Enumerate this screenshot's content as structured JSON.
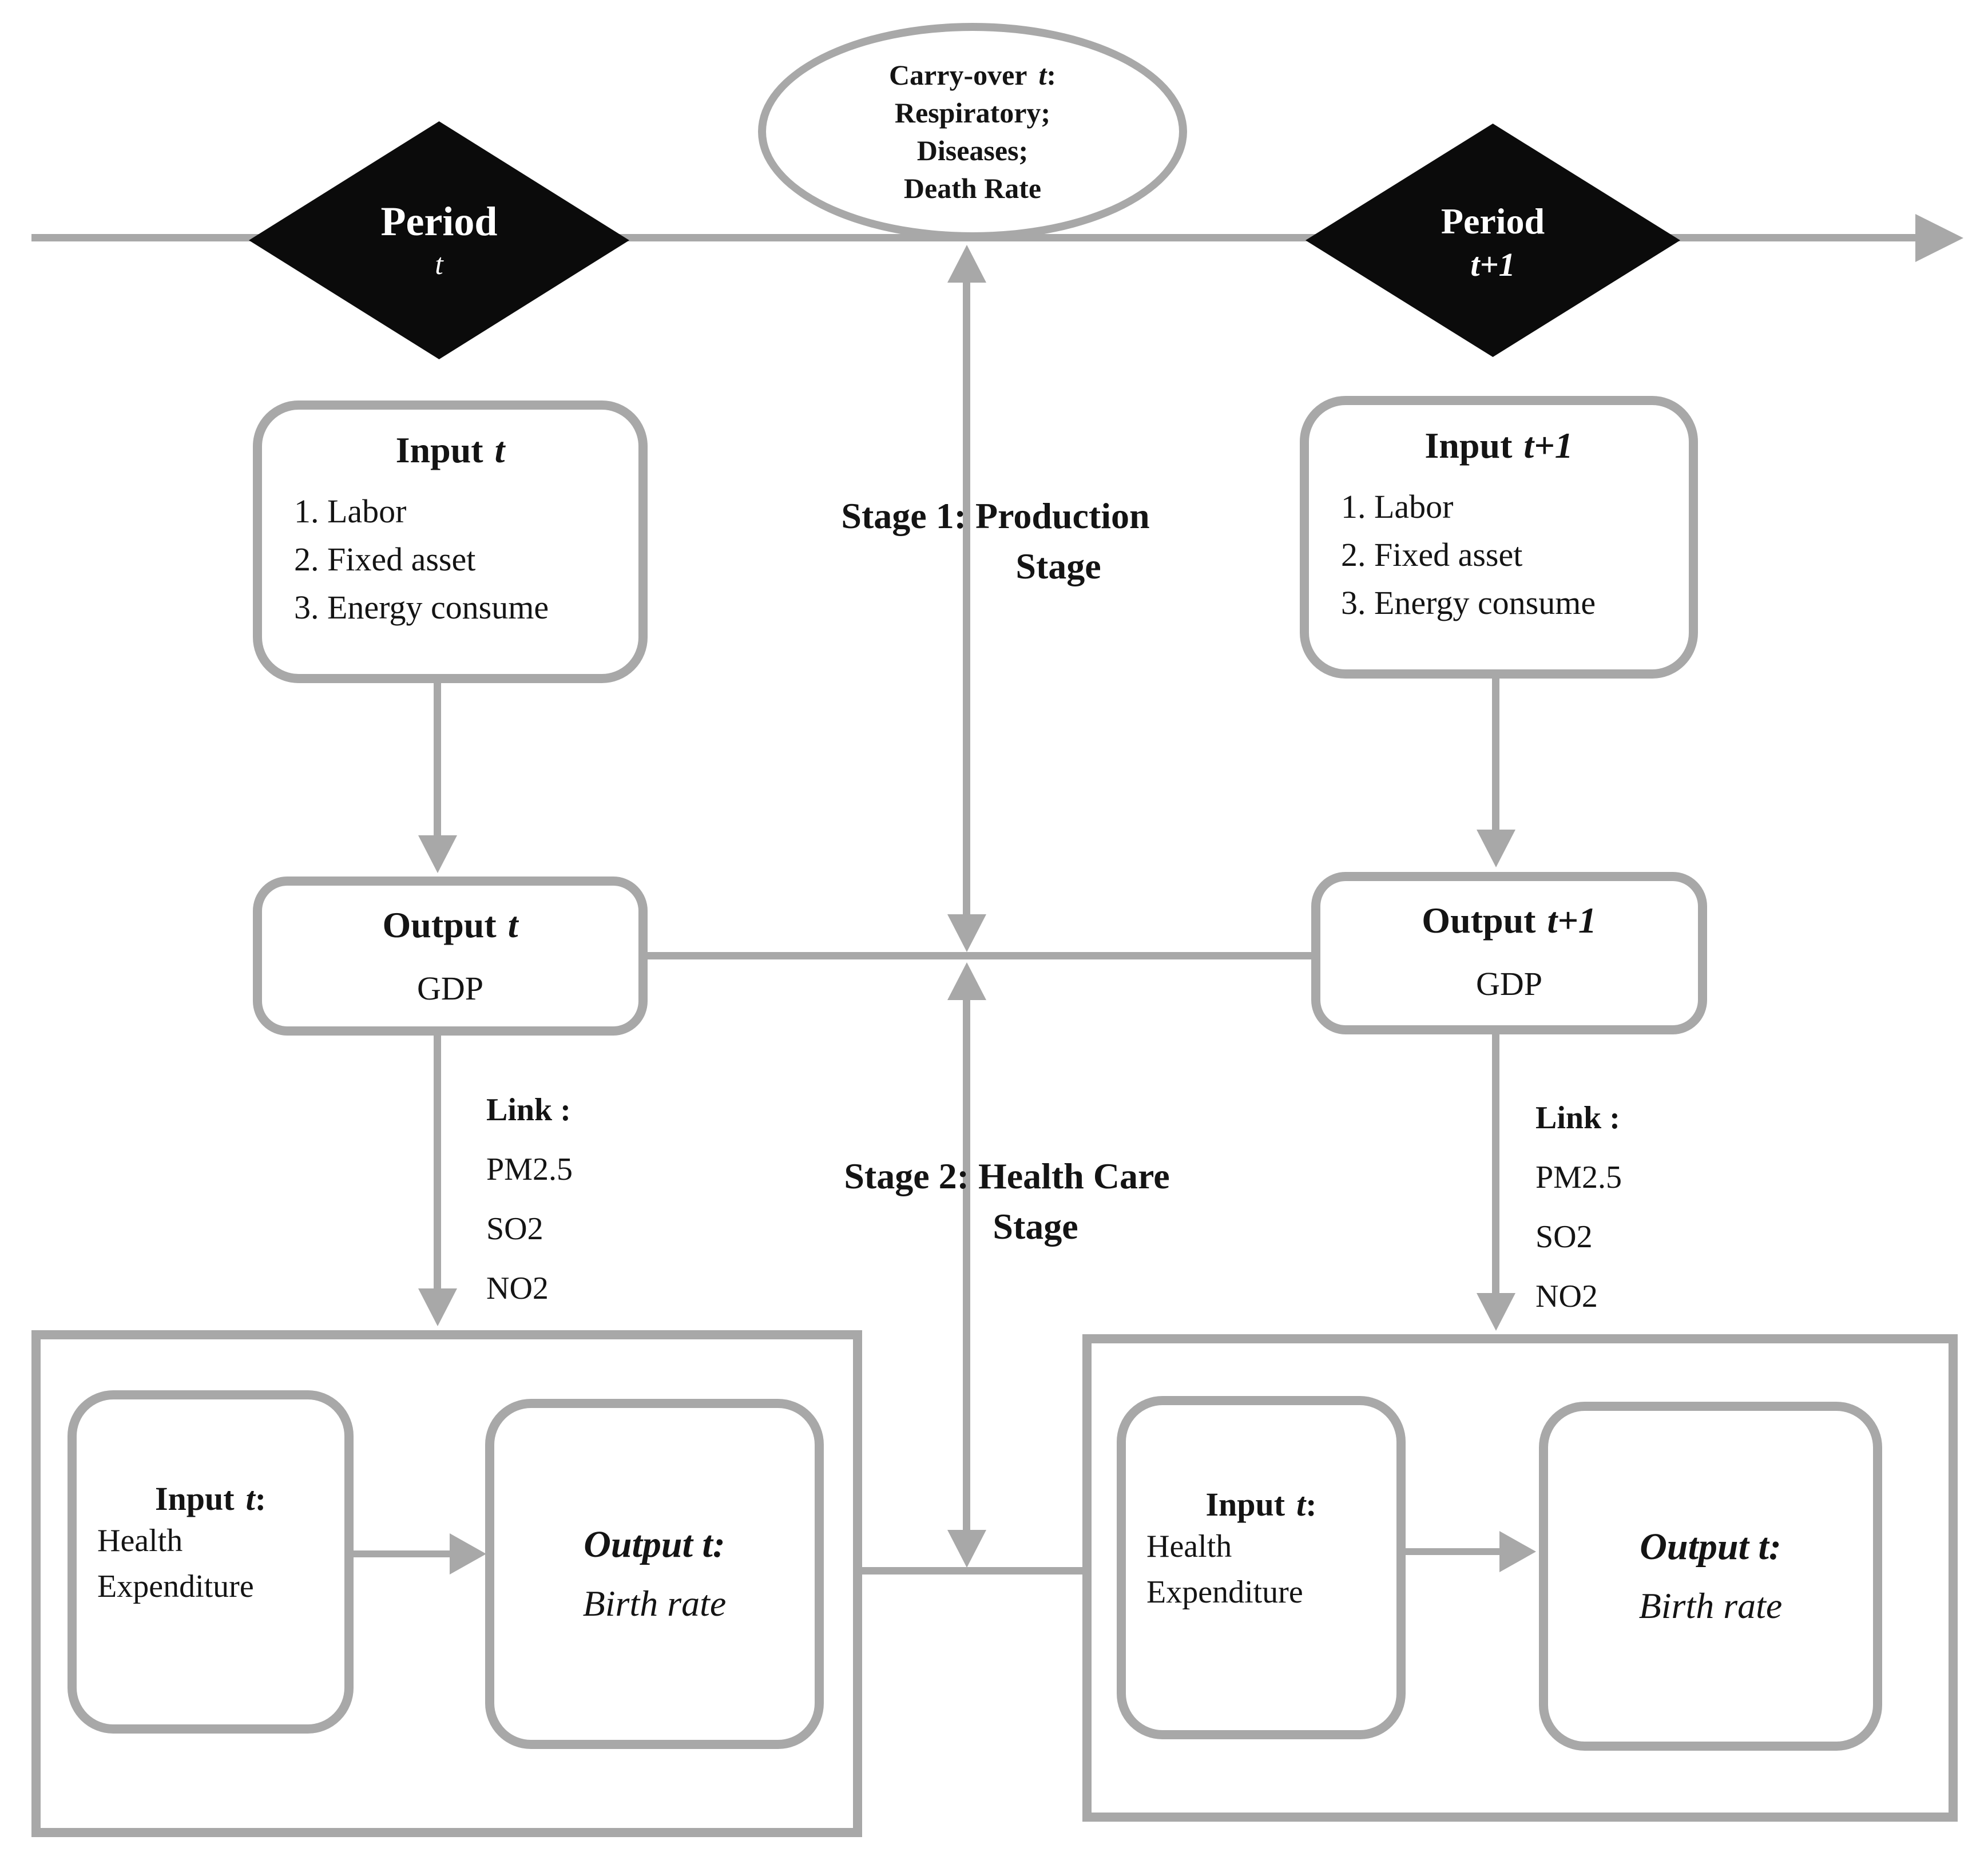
{
  "colors": {
    "accent_gray": "#a8a8a8",
    "diamond_black": "#0b0b0b",
    "text_black": "#141414",
    "background": "#ffffff"
  },
  "timeline": {
    "period_t": {
      "label": "Period",
      "sub": "t"
    },
    "period_t1": {
      "label": "Period",
      "sub": "t+1"
    }
  },
  "carry_over": {
    "line1_main": "Carry-over",
    "line1_var": "t",
    "line1_end": ":",
    "line2": "Respiratory;",
    "line3": "Diseases;",
    "line4": "Death Rate"
  },
  "stage1": {
    "line1": "Stage 1: Production",
    "line2": "Stage"
  },
  "stage2": {
    "line1": "Stage 2: Health Care",
    "line2": "Stage"
  },
  "production": {
    "input_t": {
      "title_main": "Input",
      "title_var": "t",
      "items": [
        "1. Labor",
        "2. Fixed asset",
        "3. Energy consume"
      ]
    },
    "input_t1": {
      "title_main": "Input",
      "title_var": "t+1",
      "items": [
        "1. Labor",
        "2. Fixed asset",
        "3. Energy consume"
      ]
    },
    "output_t": {
      "title_main": "Output",
      "title_var": "t",
      "value": "GDP"
    },
    "output_t1": {
      "title_main": "Output",
      "title_var": "t+1",
      "value": "GDP"
    }
  },
  "links": {
    "left": {
      "title": "Link :",
      "items": [
        "PM2.5",
        "SO2",
        "NO2"
      ]
    },
    "right": {
      "title": "Link :",
      "items": [
        "PM2.5",
        "SO2",
        "NO2"
      ]
    }
  },
  "health_care": {
    "left": {
      "input": {
        "title_main": "Input",
        "title_var": "t",
        "title_end": ":",
        "line1": "Health",
        "line2": "Expenditure"
      },
      "output": {
        "title": "Output t:",
        "value": "Birth rate"
      }
    },
    "right": {
      "input": {
        "title_main": "Input",
        "title_var": "t",
        "title_end": ":",
        "line1": "Health",
        "line2": "Expenditure"
      },
      "output": {
        "title": "Output t:",
        "value": "Birth rate"
      }
    }
  }
}
